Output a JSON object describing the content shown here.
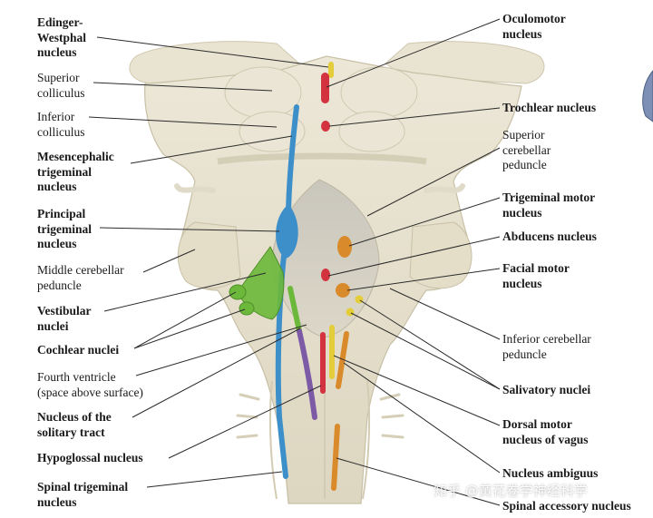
{
  "labels": {
    "edinger_westphal": [
      "Edinger-",
      "Westphal",
      "nucleus"
    ],
    "superior_colliculus": [
      "Superior",
      "colliculus"
    ],
    "inferior_colliculus": [
      "Inferior",
      "colliculus"
    ],
    "mesencephalic_trigeminal": [
      "Mesencephalic",
      "trigeminal",
      "nucleus"
    ],
    "principal_trigeminal": [
      "Principal",
      "trigeminal",
      "nucleus"
    ],
    "middle_cerebellar": [
      "Middle cerebellar",
      "peduncle"
    ],
    "vestibular": [
      "Vestibular",
      "nuclei"
    ],
    "cochlear": [
      "Cochlear nuclei"
    ],
    "fourth_ventricle": [
      "Fourth ventricle",
      "(space above surface)"
    ],
    "solitary_tract": [
      "Nucleus of the",
      "solitary tract"
    ],
    "hypoglossal": [
      "Hypoglossal  nucleus"
    ],
    "spinal_trigeminal": [
      "Spinal trigeminal",
      "nucleus"
    ],
    "oculomotor": [
      "Oculomotor",
      "nucleus"
    ],
    "trochlear": [
      "Trochlear nucleus"
    ],
    "superior_cerebellar": [
      "Superior",
      "cerebellar",
      "peduncle"
    ],
    "trigeminal_motor": [
      "Trigeminal motor",
      "nucleus"
    ],
    "abducens": [
      "Abducens nucleus"
    ],
    "facial_motor": [
      "Facial motor",
      "nucleus"
    ],
    "inferior_cerebellar": [
      "Inferior cerebellar",
      "peduncle"
    ],
    "salivatory": [
      "Salivatory nuclei"
    ],
    "dorsal_motor_vagus": [
      "Dorsal motor",
      "nucleus of vagus"
    ],
    "ambiguus": [
      "Nucleus ambiguus"
    ],
    "spinal_accessory": [
      "Spinal accessory nucleus"
    ]
  },
  "watermark": "知乎 @黄花卷学神经科学",
  "colors": {
    "background": "#ffffff",
    "tissue": "#e7e1cf",
    "tissue_shadow": "#cdc5ad",
    "leader": "#2b2b2b",
    "motor_red": "#d2333f",
    "yellow": "#e3cd3a",
    "orange": "#d98a2a",
    "blue": "#3d8fc9",
    "green": "#6cb83a",
    "purple": "#7d5aa6"
  }
}
